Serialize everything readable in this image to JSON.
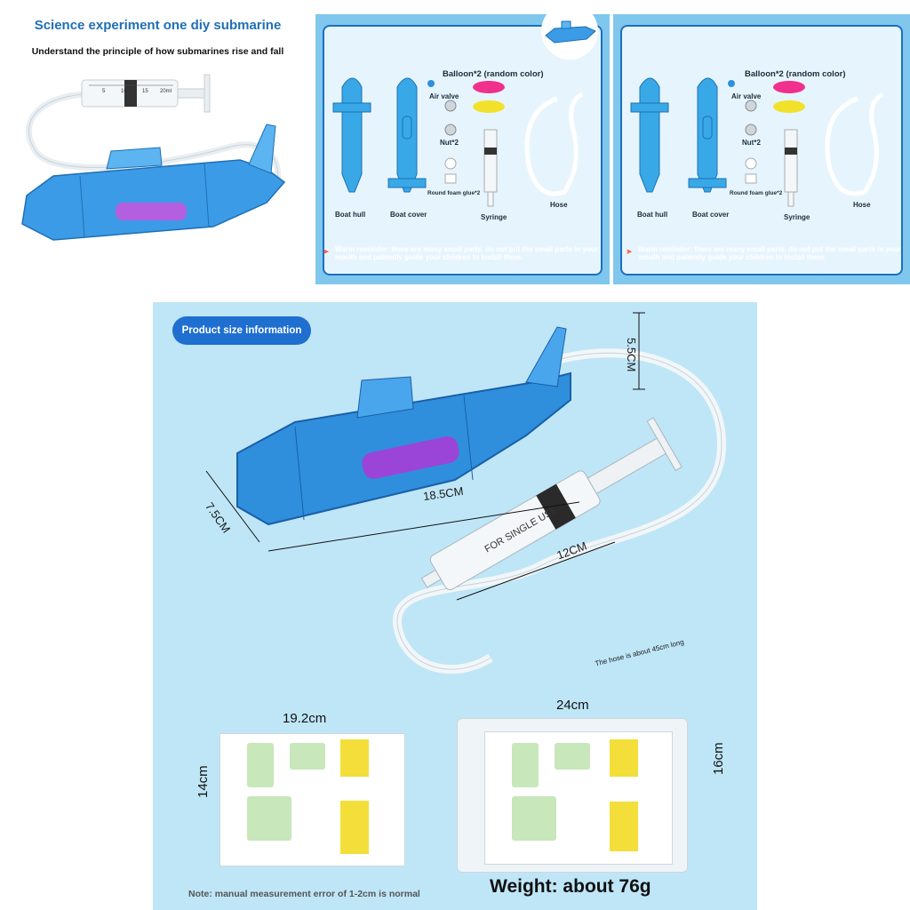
{
  "hero": {
    "title": "Science experiment one diy submarine",
    "subtitle": "Understand the principle of how submarines rise and fall",
    "syringe_ticks": [
      "5",
      "10",
      "15",
      "20ml"
    ]
  },
  "parts_panel": {
    "balloon": "Balloon*2 (random color)",
    "air_valve": "Air valve",
    "nut": "Nut*2",
    "foam_glue": "Round foam glue*2",
    "boat_hull": "Boat hull",
    "boat_cover": "Boat cover",
    "syringe": "Syringe",
    "hose": "Hose",
    "warning": "Warm reminder: there are many small parts. do not put the small parts in your mouth and patiently guide your children to install them."
  },
  "size_info": {
    "badge": "Product size information",
    "height": "5.5CM",
    "length": "18.5CM",
    "width": "7.5CM",
    "syringe_length": "12CM",
    "syringe_print": "FOR SINGLE USE",
    "hose_note": "The hose is about 45cm long",
    "manual_width": "19.2cm",
    "manual_height": "14cm",
    "bag_width": "24cm",
    "bag_height": "16cm",
    "note": "Note: manual measurement error of 1-2cm is normal",
    "weight": "Weight: about 76g"
  },
  "colors": {
    "submarine": "#2f8fdc",
    "accent_blue": "#1f6fd0",
    "panel_bg": "#7fc7ec",
    "size_bg": "#bfe6f7",
    "balloon_pink": "#f0308c",
    "balloon_yellow": "#f2e12a",
    "warning_icon": "#ff5a3a"
  }
}
